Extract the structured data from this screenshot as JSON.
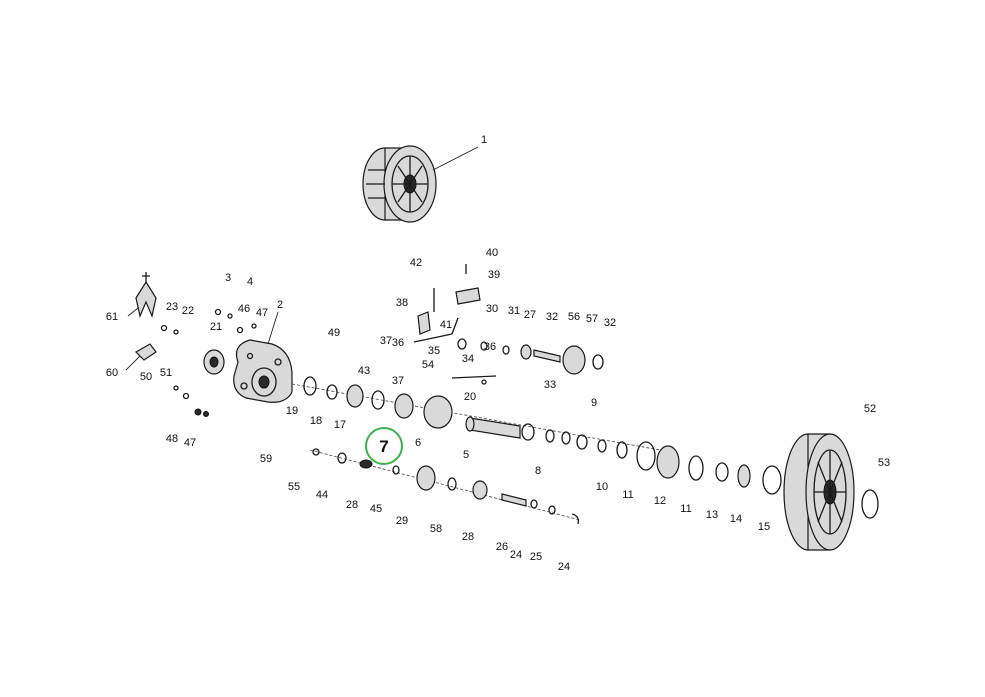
{
  "highlight": {
    "label": "7",
    "color": "#3cb34a"
  },
  "labels": [
    {
      "id": "p1",
      "text": "1"
    },
    {
      "id": "p2",
      "text": "2"
    },
    {
      "id": "p3",
      "text": "3"
    },
    {
      "id": "p4",
      "text": "4"
    },
    {
      "id": "p5",
      "text": "5"
    },
    {
      "id": "p6",
      "text": "6"
    },
    {
      "id": "p8",
      "text": "8"
    },
    {
      "id": "p9",
      "text": "9"
    },
    {
      "id": "p10",
      "text": "10"
    },
    {
      "id": "p11a",
      "text": "11"
    },
    {
      "id": "p11b",
      "text": "11"
    },
    {
      "id": "p12",
      "text": "12"
    },
    {
      "id": "p13",
      "text": "13"
    },
    {
      "id": "p14",
      "text": "14"
    },
    {
      "id": "p15",
      "text": "15"
    },
    {
      "id": "p17",
      "text": "17"
    },
    {
      "id": "p18",
      "text": "18"
    },
    {
      "id": "p19",
      "text": "19"
    },
    {
      "id": "p20",
      "text": "20"
    },
    {
      "id": "p21",
      "text": "21"
    },
    {
      "id": "p22",
      "text": "22"
    },
    {
      "id": "p23",
      "text": "23"
    },
    {
      "id": "p24a",
      "text": "24"
    },
    {
      "id": "p24b",
      "text": "24"
    },
    {
      "id": "p25",
      "text": "25"
    },
    {
      "id": "p26",
      "text": "26"
    },
    {
      "id": "p27",
      "text": "27"
    },
    {
      "id": "p28a",
      "text": "28"
    },
    {
      "id": "p28b",
      "text": "28"
    },
    {
      "id": "p29",
      "text": "29"
    },
    {
      "id": "p30",
      "text": "30"
    },
    {
      "id": "p31",
      "text": "31"
    },
    {
      "id": "p32a",
      "text": "32"
    },
    {
      "id": "p32b",
      "text": "32"
    },
    {
      "id": "p33",
      "text": "33"
    },
    {
      "id": "p34",
      "text": "34"
    },
    {
      "id": "p35",
      "text": "35"
    },
    {
      "id": "p36a",
      "text": "36"
    },
    {
      "id": "p36b",
      "text": "36"
    },
    {
      "id": "p37a",
      "text": "37"
    },
    {
      "id": "p37b",
      "text": "37"
    },
    {
      "id": "p38",
      "text": "38"
    },
    {
      "id": "p39",
      "text": "39"
    },
    {
      "id": "p40",
      "text": "40"
    },
    {
      "id": "p41",
      "text": "41"
    },
    {
      "id": "p42",
      "text": "42"
    },
    {
      "id": "p43",
      "text": "43"
    },
    {
      "id": "p44",
      "text": "44"
    },
    {
      "id": "p45",
      "text": "45"
    },
    {
      "id": "p46",
      "text": "46"
    },
    {
      "id": "p47a",
      "text": "47"
    },
    {
      "id": "p47b",
      "text": "47"
    },
    {
      "id": "p48",
      "text": "48"
    },
    {
      "id": "p49",
      "text": "49"
    },
    {
      "id": "p50",
      "text": "50"
    },
    {
      "id": "p51",
      "text": "51"
    },
    {
      "id": "p52",
      "text": "52"
    },
    {
      "id": "p53",
      "text": "53"
    },
    {
      "id": "p54",
      "text": "54"
    },
    {
      "id": "p55",
      "text": "55"
    },
    {
      "id": "p56",
      "text": "56"
    },
    {
      "id": "p57",
      "text": "57"
    },
    {
      "id": "p58",
      "text": "58"
    },
    {
      "id": "p59",
      "text": "59"
    },
    {
      "id": "p60",
      "text": "60"
    },
    {
      "id": "p61",
      "text": "61"
    }
  ]
}
